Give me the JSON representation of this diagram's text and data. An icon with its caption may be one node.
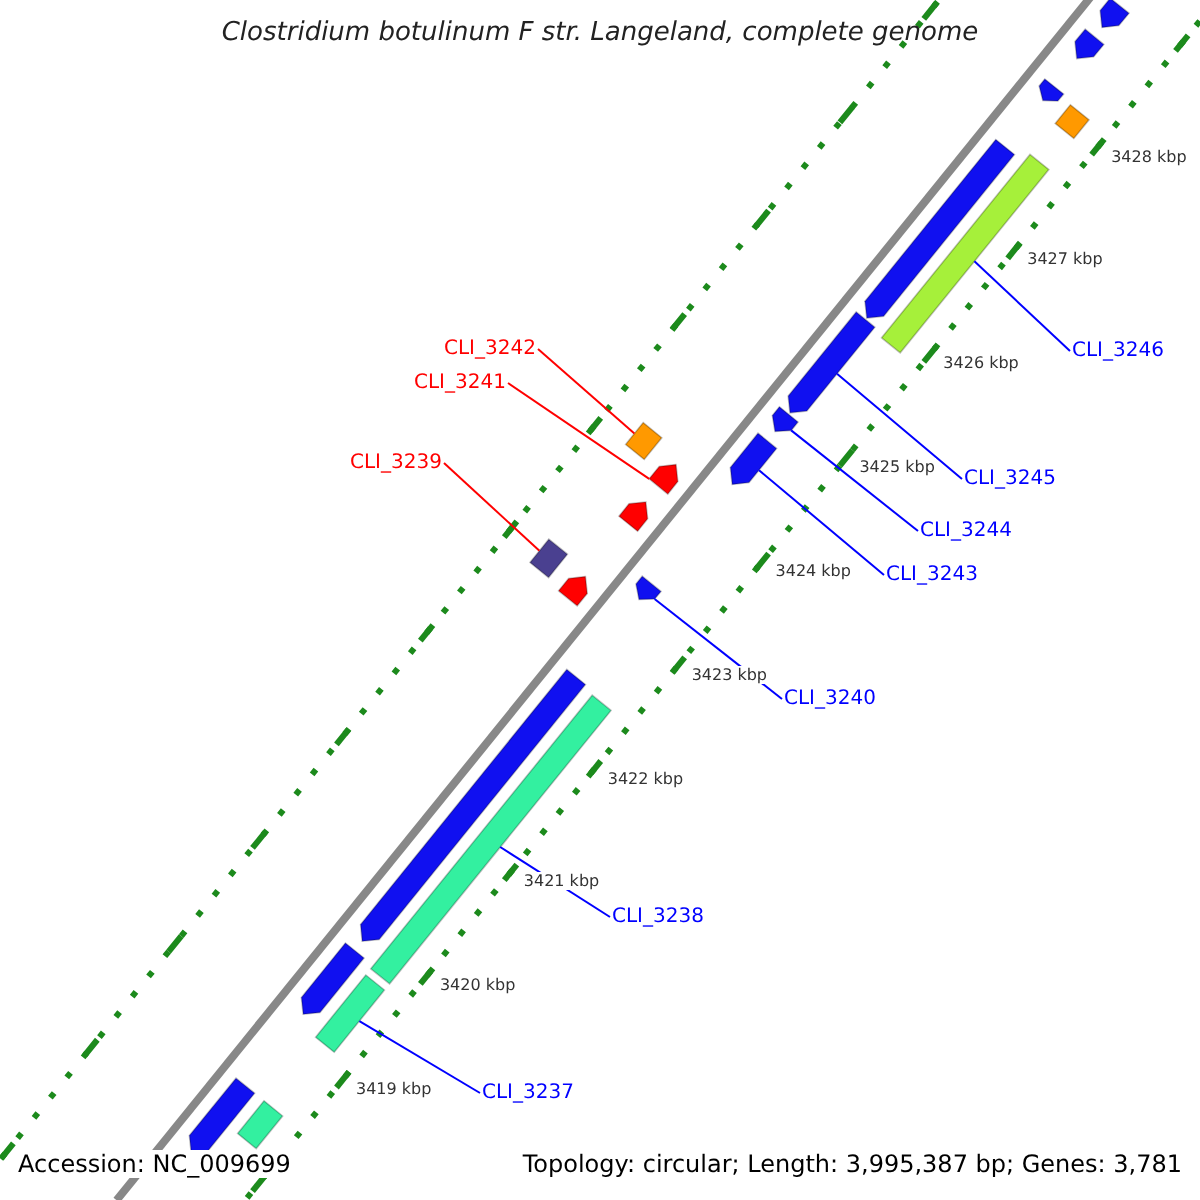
{
  "diagram": {
    "title": "Clostridium botulinum F str. Langeland, complete genome",
    "nodes": [
      {
        "text": [
          "CLI_3242"
        ]
      },
      {
        "text": [
          "CLI_3241"
        ]
      },
      {
        "text": [
          "CLI_3239"
        ]
      },
      {
        "text": [
          "CLI_3246"
        ]
      },
      {
        "text": [
          "CLI_3245"
        ]
      },
      {
        "text": [
          "CLI_3244"
        ]
      },
      {
        "text": [
          "CLI_3243"
        ]
      },
      {
        "text": [
          "CLI_3240"
        ]
      },
      {
        "text": [
          "CLI_3238"
        ]
      },
      {
        "text": [
          "CLI_3237"
        ]
      },
      {
        "text": [],
        "shape": "bar"
      },
      {
        "text": [],
        "shape": "arrow"
      },
      {
        "text": [],
        "shape": "arrow"
      },
      {
        "text": [],
        "shape": "diamond"
      },
      {
        "text": [],
        "shape": "arrow"
      },
      {
        "text": [],
        "shape": "arrow"
      },
      {
        "text": [],
        "shape": "diamond"
      },
      {
        "text": [],
        "shape": "arrow"
      },
      {
        "text": [],
        "shape": "bar"
      },
      {
        "text": [],
        "shape": "bar"
      },
      {
        "text": [],
        "shape": "arrow"
      },
      {
        "text": [],
        "shape": "arrow"
      },
      {
        "text": [],
        "shape": "arrow"
      },
      {
        "text": [],
        "shape": "diamond"
      },
      {
        "text": [],
        "shape": "arrow"
      },
      {
        "text": [],
        "shape": "arrow"
      },
      {
        "text": [],
        "shape": "arrow"
      },
      {
        "text": [],
        "shape": "arrow"
      },
      {
        "text": [],
        "shape": "arrow"
      },
      {
        "text": [],
        "shape": "arrow"
      },
      {
        "text": [],
        "shape": "bar"
      }
    ],
    "edges": [
      {
        "from": 0,
        "to": 13,
        "arrow": "none",
        "color": "#ff0000"
      },
      {
        "from": 1,
        "to": 15,
        "arrow": "none",
        "color": "#ff0000"
      },
      {
        "from": 2,
        "to": 16,
        "arrow": "none",
        "color": "#ff0000"
      },
      {
        "from": 3,
        "to": 10,
        "arrow": "none"
      },
      {
        "from": 4,
        "to": 11,
        "arrow": "none"
      },
      {
        "from": 5,
        "to": 12,
        "arrow": "none"
      },
      {
        "from": 6,
        "to": 14,
        "arrow": "none"
      },
      {
        "from": 7,
        "to": 17,
        "arrow": "none"
      },
      {
        "from": 8,
        "to": 18,
        "arrow": "none"
      },
      {
        "from": 9,
        "to": 19,
        "arrow": "none"
      }
    ],
    "labels": [
      "3428 kbp",
      "3427 kbp",
      "3426 kbp",
      "3425 kbp",
      "3424 kbp",
      "3423 kbp",
      "3422 kbp",
      "3421 kbp",
      "3420 kbp",
      "3419 kbp",
      "Accession: NC_009699",
      "Topology: circular; Length: 3,995,387 bp; Genes: 3,781"
    ]
  }
}
